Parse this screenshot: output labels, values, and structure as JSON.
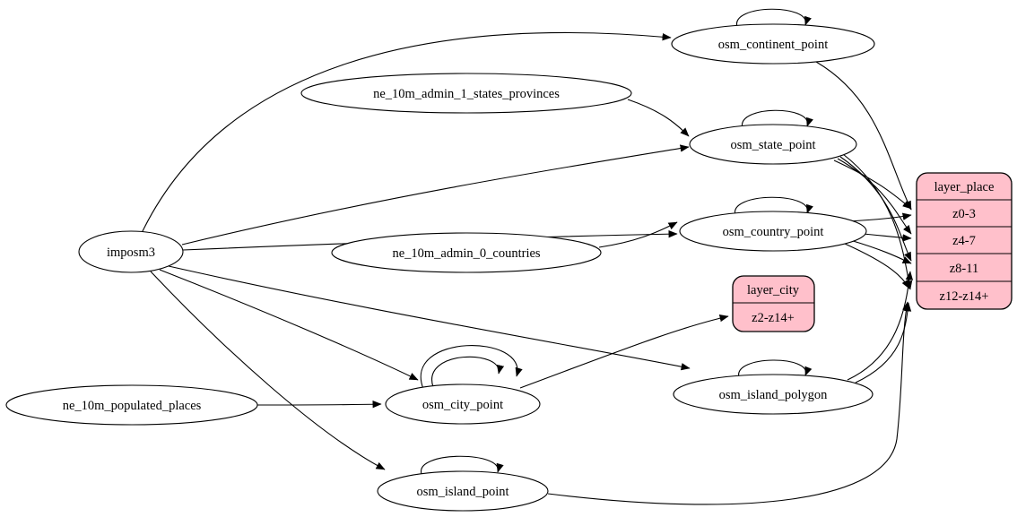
{
  "diagram": {
    "kind": "etl-dependency-graph",
    "nodes": {
      "imposm3": "imposm3",
      "ne_10m_admin_1_states_provinces": "ne_10m_admin_1_states_provinces",
      "ne_10m_admin_0_countries": "ne_10m_admin_0_countries",
      "ne_10m_populated_places": "ne_10m_populated_places",
      "osm_continent_point": "osm_continent_point",
      "osm_state_point": "osm_state_point",
      "osm_country_point": "osm_country_point",
      "osm_city_point": "osm_city_point",
      "osm_island_polygon": "osm_island_polygon",
      "osm_island_point": "osm_island_point"
    },
    "records": {
      "layer_place": {
        "title": "layer_place",
        "rows": [
          "z0-3",
          "z4-7",
          "z8-11",
          "z12-z14+"
        ]
      },
      "layer_city": {
        "title": "layer_city",
        "rows": [
          "z2-z14+"
        ]
      }
    },
    "edges": [
      {
        "from": "imposm3",
        "to": "osm_continent_point"
      },
      {
        "from": "imposm3",
        "to": "osm_state_point"
      },
      {
        "from": "imposm3",
        "to": "osm_country_point"
      },
      {
        "from": "imposm3",
        "to": "osm_city_point"
      },
      {
        "from": "imposm3",
        "to": "osm_island_polygon"
      },
      {
        "from": "imposm3",
        "to": "osm_island_point"
      },
      {
        "from": "ne_10m_admin_1_states_provinces",
        "to": "osm_state_point"
      },
      {
        "from": "ne_10m_admin_0_countries",
        "to": "osm_country_point"
      },
      {
        "from": "ne_10m_populated_places",
        "to": "osm_city_point"
      },
      {
        "from": "osm_continent_point",
        "to": "osm_continent_point"
      },
      {
        "from": "osm_state_point",
        "to": "osm_state_point"
      },
      {
        "from": "osm_country_point",
        "to": "osm_country_point"
      },
      {
        "from": "osm_city_point",
        "to": "osm_city_point"
      },
      {
        "from": "osm_city_point",
        "to": "osm_city_point"
      },
      {
        "from": "osm_island_polygon",
        "to": "osm_island_polygon"
      },
      {
        "from": "osm_island_point",
        "to": "osm_island_point"
      },
      {
        "from": "osm_continent_point",
        "to": "layer_place:z0-3"
      },
      {
        "from": "osm_state_point",
        "to": "layer_place:z0-3"
      },
      {
        "from": "osm_state_point",
        "to": "layer_place:z4-7"
      },
      {
        "from": "osm_state_point",
        "to": "layer_place:z8-11"
      },
      {
        "from": "osm_state_point",
        "to": "layer_place:z12-z14+"
      },
      {
        "from": "osm_country_point",
        "to": "layer_place:z0-3"
      },
      {
        "from": "osm_country_point",
        "to": "layer_place:z4-7"
      },
      {
        "from": "osm_country_point",
        "to": "layer_place:z8-11"
      },
      {
        "from": "osm_country_point",
        "to": "layer_place:z12-z14+"
      },
      {
        "from": "osm_island_polygon",
        "to": "layer_place:z8-11"
      },
      {
        "from": "osm_island_polygon",
        "to": "layer_place:z12-z14+"
      },
      {
        "from": "osm_island_point",
        "to": "layer_place:z12-z14+"
      },
      {
        "from": "osm_city_point",
        "to": "layer_city:z2-z14+"
      }
    ],
    "colors": {
      "record_fill": "#ffc0cb",
      "node_fill": "#ffffff",
      "edge": "#000000"
    }
  }
}
